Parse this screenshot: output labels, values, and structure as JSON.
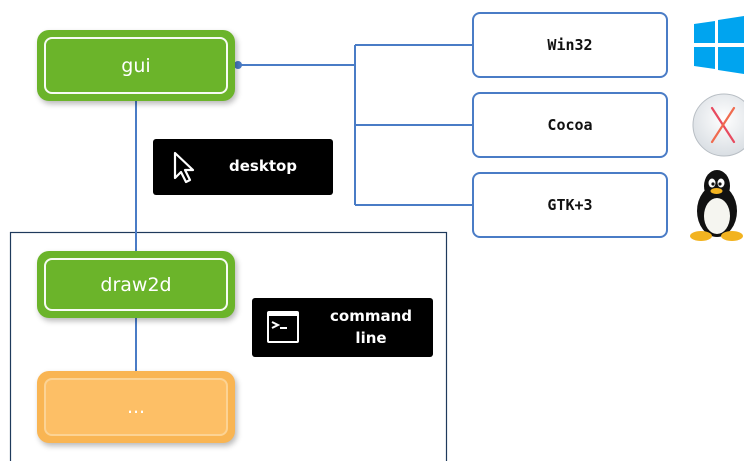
{
  "colors": {
    "connector": "#4a7cc6",
    "module_green": "#6bb42a",
    "module_orange": "#f9b553",
    "badge_bg": "#000000"
  },
  "modules": {
    "gui": "gui",
    "draw2d": "draw2d",
    "placeholder": "..."
  },
  "platforms": {
    "win32": "Win32",
    "cocoa": "Cocoa",
    "gtk": "GTK+3"
  },
  "badges": {
    "desktop": "desktop",
    "command_line_1": "command",
    "command_line_2": "line"
  },
  "icons": {
    "win32": "windows-logo-icon",
    "cocoa": "macos-x-logo-icon",
    "gtk": "linux-tux-icon",
    "desktop": "mouse-pointer-icon",
    "command_line": "terminal-icon"
  }
}
